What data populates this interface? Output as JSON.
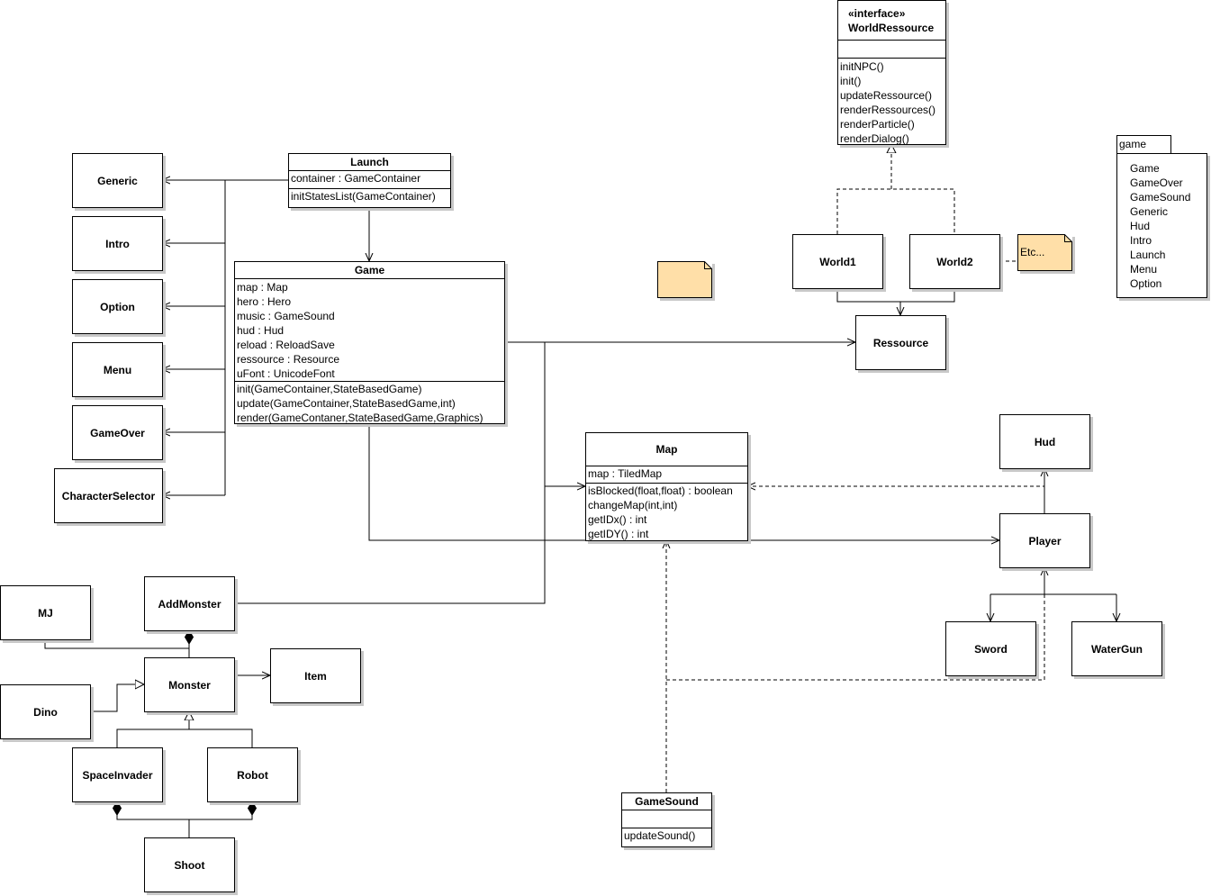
{
  "interface": {
    "stereotype": "«interface»",
    "name": "WorldRessource",
    "methods": [
      "initNPC()",
      "init()",
      "updateRessource()",
      "renderRessources()",
      "renderParticle()",
      "renderDialog()"
    ]
  },
  "launch": {
    "name": "Launch",
    "attributes": [
      "container : GameContainer"
    ],
    "methods": [
      "initStatesList(GameContainer)"
    ]
  },
  "game": {
    "name": "Game",
    "attributes": [
      "map : Map",
      "hero : Hero",
      "music : GameSound",
      "hud : Hud",
      "reload : ReloadSave",
      "ressource : Resource",
      "uFont : UnicodeFont"
    ],
    "methods": [
      "init(GameContainer,StateBasedGame)",
      "update(GameContainer,StateBasedGame,int)",
      "render(GameContaner,StateBasedGame,Graphics)"
    ]
  },
  "map": {
    "name": "Map",
    "attributes": [
      "map : TiledMap"
    ],
    "methods": [
      "isBlocked(float,float) : boolean",
      "changeMap(int,int)",
      "getIDx() : int",
      "getIDY() : int"
    ]
  },
  "gamesound": {
    "name": "GameSound",
    "methods": [
      "updateSound()"
    ]
  },
  "states": {
    "generic": "Generic",
    "intro": "Intro",
    "option": "Option",
    "menu": "Menu",
    "gameover": "GameOver",
    "characterselector": "CharacterSelector"
  },
  "world": {
    "world1": "World1",
    "world2": "World2",
    "ressource": "Ressource"
  },
  "player_group": {
    "hud": "Hud",
    "player": "Player",
    "sword": "Sword",
    "watergun": "WaterGun"
  },
  "monsters": {
    "mj": "MJ",
    "addmonster": "AddMonster",
    "monster": "Monster",
    "item": "Item",
    "dino": "Dino",
    "spaceinvader": "SpaceInvader",
    "robot": "Robot",
    "shoot": "Shoot"
  },
  "notes": {
    "etc": "Etc...",
    "empty": ""
  },
  "package": {
    "name": "game",
    "items": [
      "Game",
      "GameOver",
      "GameSound",
      "Generic",
      "Hud",
      "Intro",
      "Launch",
      "Menu",
      "Option"
    ]
  }
}
